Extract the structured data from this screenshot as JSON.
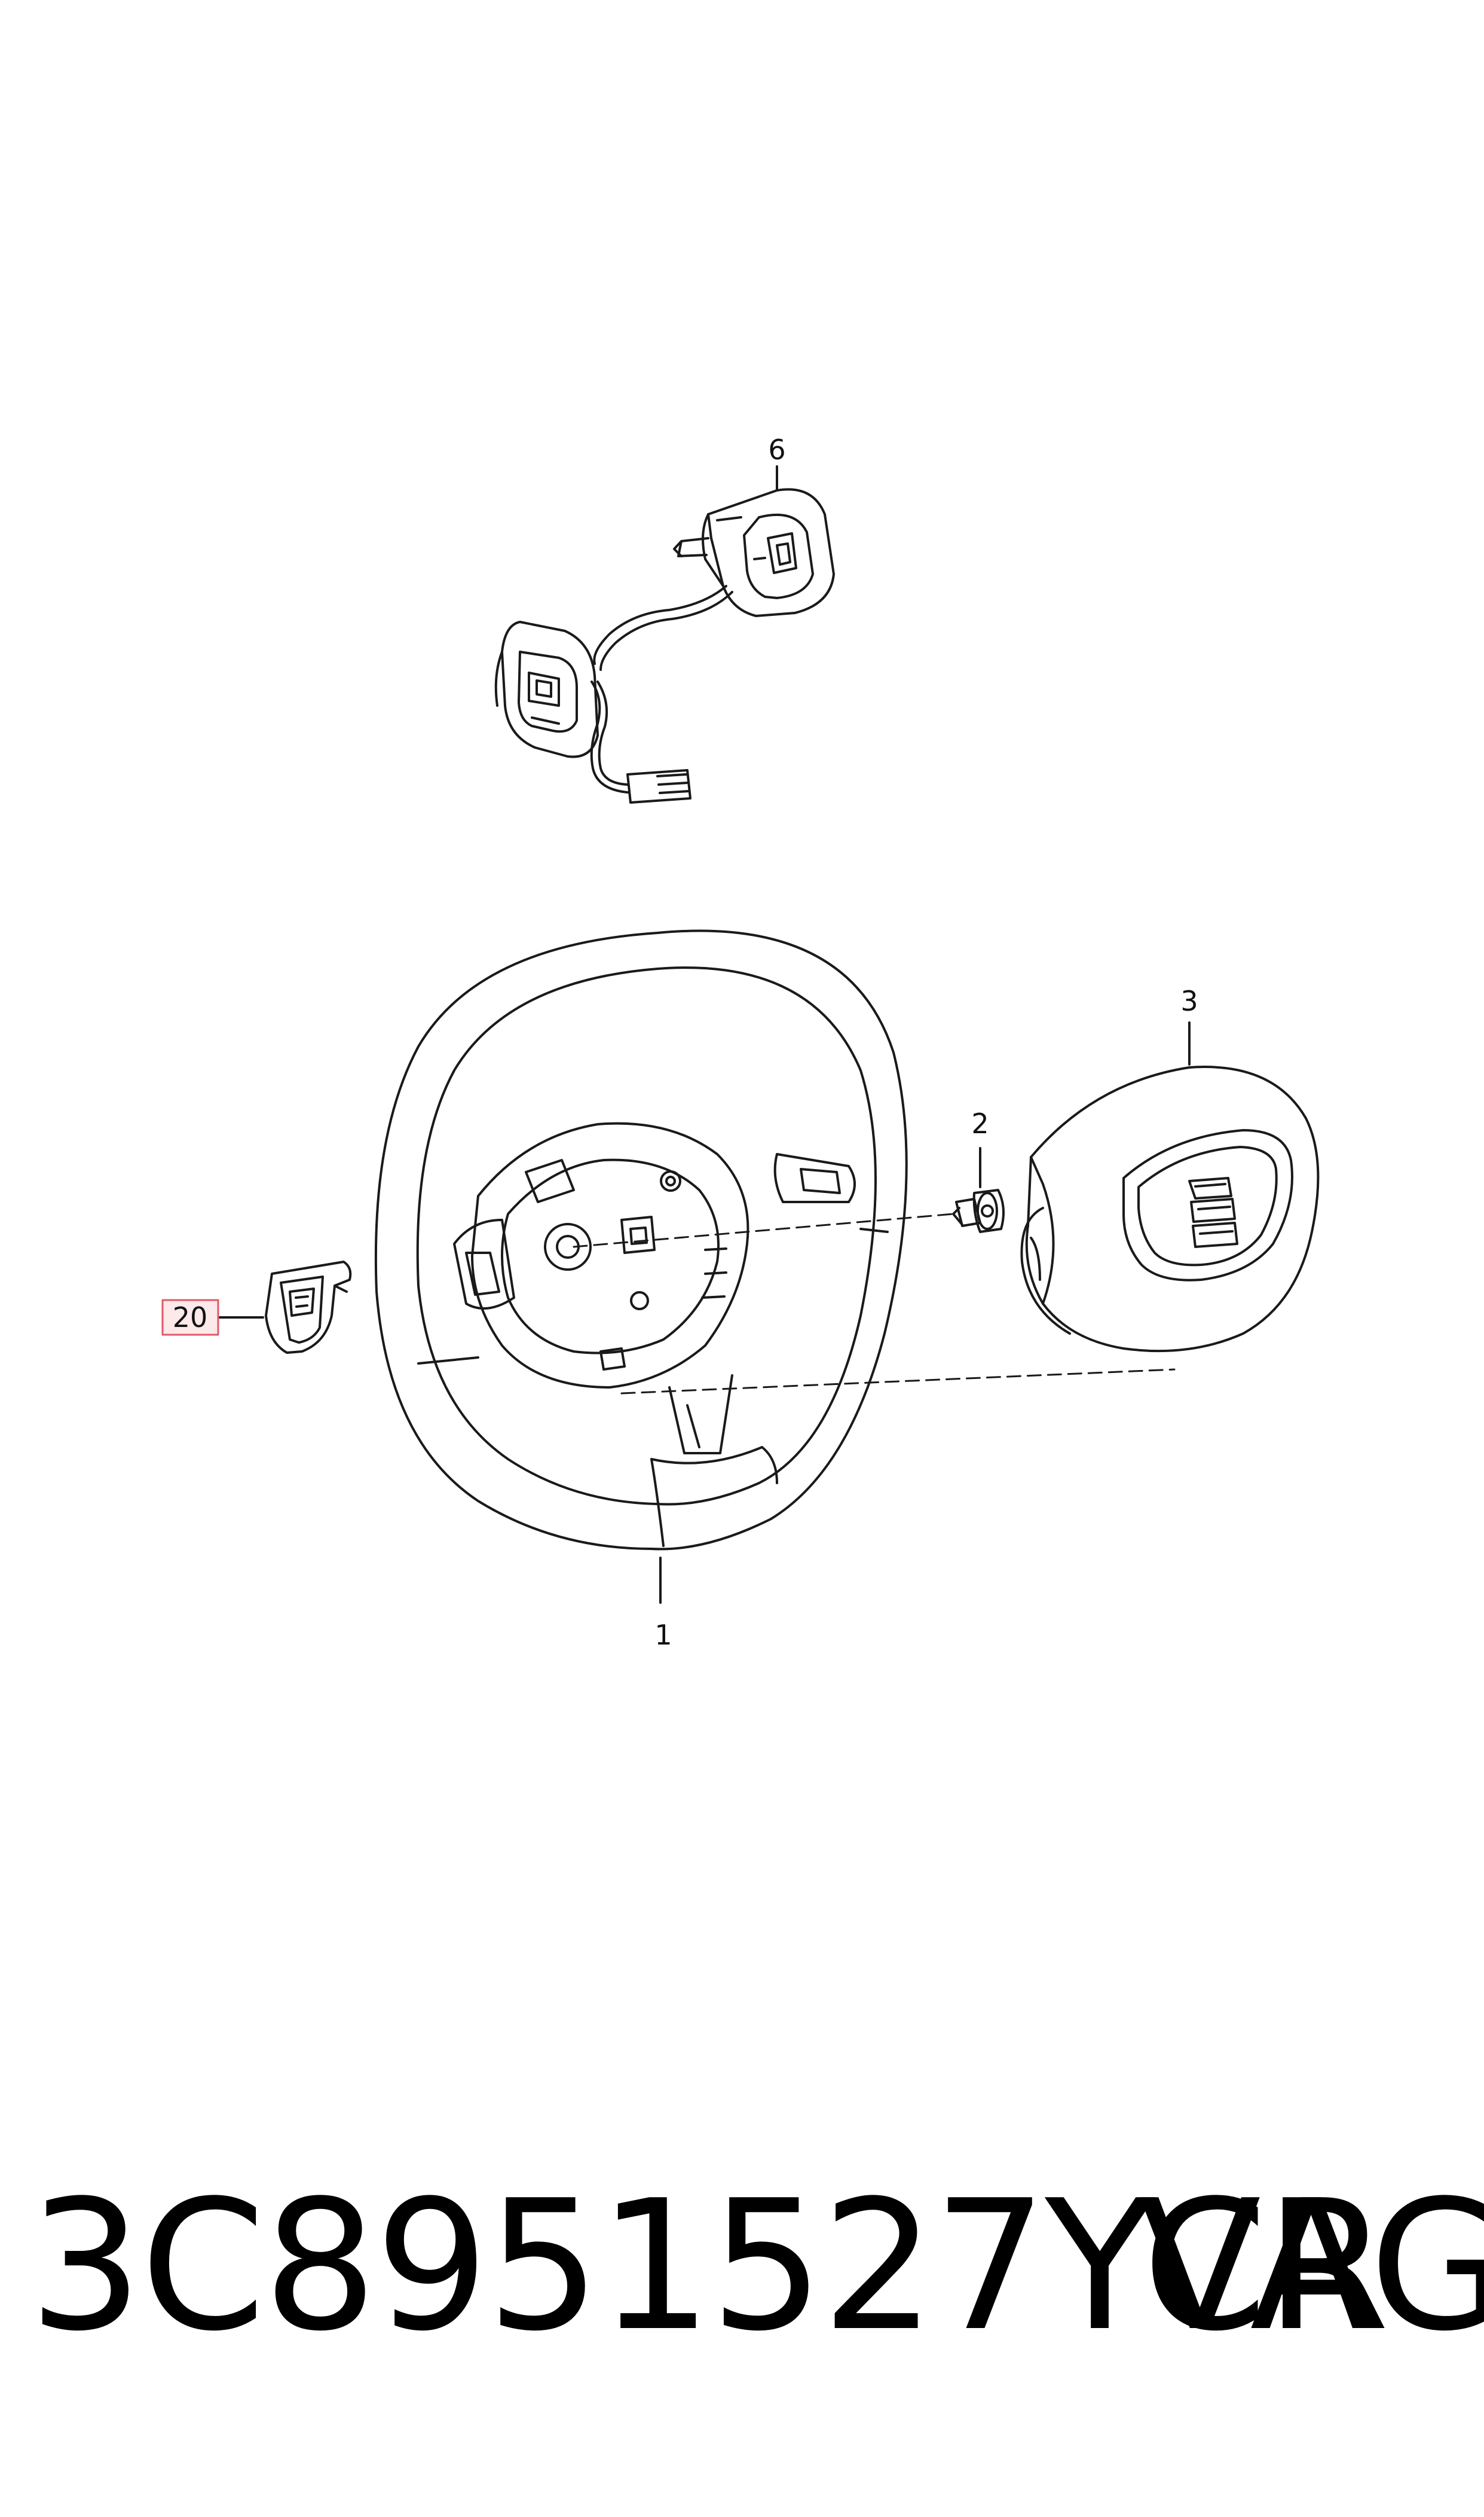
{
  "callouts": {
    "wheel": "1",
    "bolt": "2",
    "airbag": "3",
    "switch_module": "6",
    "paddle": "20"
  },
  "footer": {
    "part_number": "3C8951527YCR",
    "brand": "VAG"
  },
  "colors": {
    "line": "#1a1a1a",
    "highlight_box": "#e05a6a",
    "highlight_fill": "#fde8ea"
  }
}
